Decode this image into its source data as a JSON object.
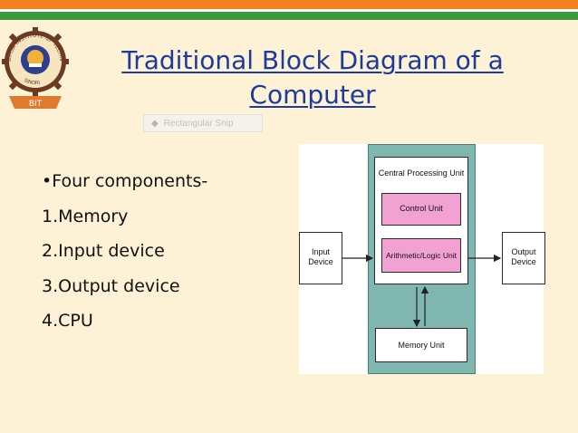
{
  "slide": {
    "title_line1": "Traditional Block Diagram of a",
    "title_line2": "Computer"
  },
  "logo": {
    "institute_text": "BIRSA INSTITUTE OF TECHNOLOGY",
    "city_text": "SINDRI",
    "badge_text": "BIT"
  },
  "snip_overlay": {
    "label": "Rectangular Snip",
    "icon": "snip-icon"
  },
  "bullets": {
    "items": [
      "•Four components-",
      "1.Memory",
      "2.Input device",
      "3.Output device",
      "4.CPU"
    ]
  },
  "diagram": {
    "cpu_title": "Central Processing Unit",
    "control_unit": "Control Unit",
    "alu": "Arithmetic/Logic Unit",
    "memory_unit": "Memory Unit",
    "input_line1": "Input",
    "input_line2": "Device",
    "output_line1": "Output",
    "output_line2": "Device"
  },
  "colors": {
    "background": "#fdf1d6",
    "title": "#1d3b9c",
    "saffron": "#f58220",
    "green": "#3a9a3c",
    "cpu_teal": "#7fb6b0",
    "unit_pink": "#f2a2d2"
  }
}
